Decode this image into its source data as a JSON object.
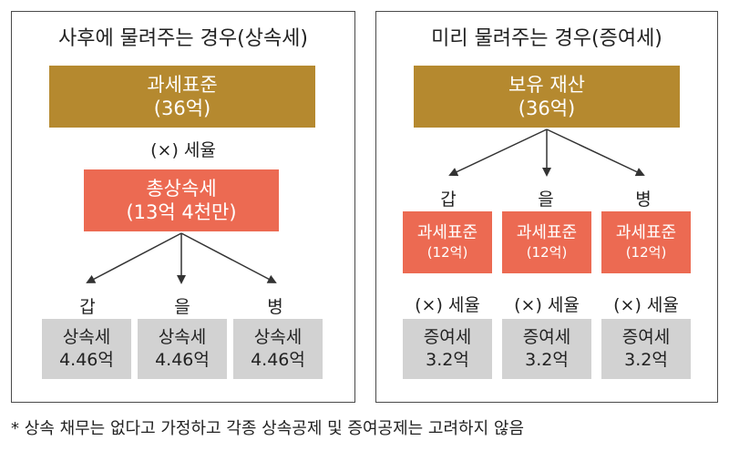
{
  "left": {
    "title": "사후에 물려주는 경우(상속세)",
    "top_box": {
      "line1": "과세표준",
      "line2": "(36억)"
    },
    "operator": "(×) 세율",
    "mid_box": {
      "line1": "총상속세",
      "line2": "(13억 4천만)"
    },
    "heirs": [
      {
        "name": "갑",
        "tax_label": "상속세",
        "amount": "4.46억"
      },
      {
        "name": "을",
        "tax_label": "상속세",
        "amount": "4.46억"
      },
      {
        "name": "병",
        "tax_label": "상속세",
        "amount": "4.46억"
      }
    ]
  },
  "right": {
    "title": "미리 물려주는 경우(증여세)",
    "top_box": {
      "line1": "보유 재산",
      "line2": "(36억)"
    },
    "heirs": [
      {
        "name": "갑",
        "base_label": "과세표준",
        "base_value": "(12억)",
        "operator": "(×) 세율",
        "tax_label": "증여세",
        "amount": "3.2억"
      },
      {
        "name": "을",
        "base_label": "과세표준",
        "base_value": "(12억)",
        "operator": "(×) 세율",
        "tax_label": "증여세",
        "amount": "3.2억"
      },
      {
        "name": "병",
        "base_label": "과세표준",
        "base_value": "(12억)",
        "operator": "(×) 세율",
        "tax_label": "증여세",
        "amount": "3.2억"
      }
    ]
  },
  "footnote": "* 상속 채무는 없다고 가정하고 각종 상속공제 및 증여공제는 고려하지 않음",
  "colors": {
    "gold": "#b5892f",
    "red": "#ec6a52",
    "gray": "#d2d2d2",
    "border": "#4a4a4a"
  }
}
